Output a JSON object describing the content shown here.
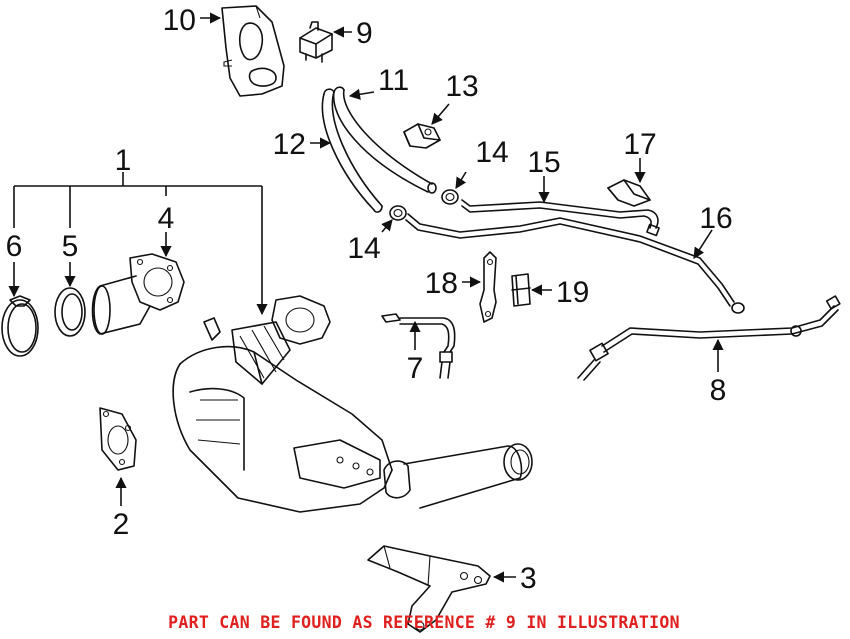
{
  "callouts": [
    {
      "id": "ref-1",
      "label": "1"
    },
    {
      "id": "ref-2",
      "label": "2"
    },
    {
      "id": "ref-3",
      "label": "3"
    },
    {
      "id": "ref-4",
      "label": "4"
    },
    {
      "id": "ref-5",
      "label": "5"
    },
    {
      "id": "ref-6",
      "label": "6"
    },
    {
      "id": "ref-7",
      "label": "7"
    },
    {
      "id": "ref-8",
      "label": "8"
    },
    {
      "id": "ref-9",
      "label": "9"
    },
    {
      "id": "ref-10",
      "label": "10"
    },
    {
      "id": "ref-11",
      "label": "11"
    },
    {
      "id": "ref-12",
      "label": "12"
    },
    {
      "id": "ref-13",
      "label": "13"
    },
    {
      "id": "ref-14a",
      "label": "14"
    },
    {
      "id": "ref-14b",
      "label": "14"
    },
    {
      "id": "ref-15",
      "label": "15"
    },
    {
      "id": "ref-16",
      "label": "16"
    },
    {
      "id": "ref-17",
      "label": "17"
    },
    {
      "id": "ref-18",
      "label": "18"
    },
    {
      "id": "ref-19",
      "label": "19"
    }
  ],
  "caption": "PART CAN BE FOUND AS REFERENCE # 9 IN ILLUSTRATION",
  "colors": {
    "caption": "#e0201e",
    "line": "#111111"
  }
}
